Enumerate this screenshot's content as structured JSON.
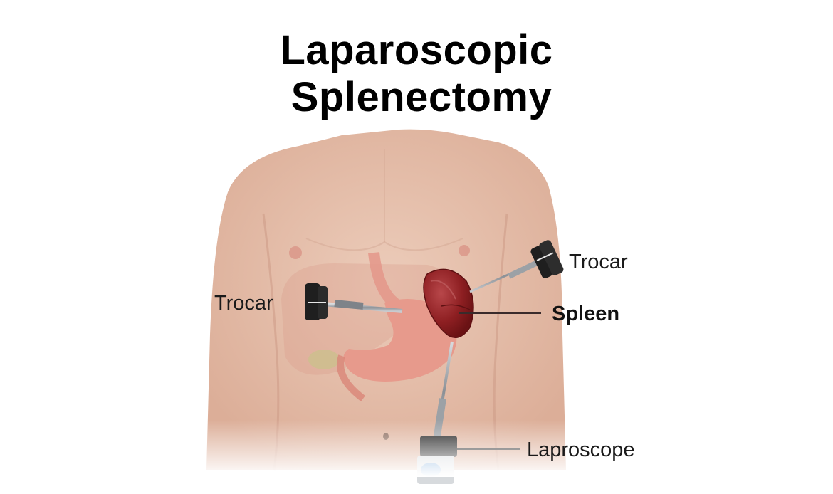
{
  "title": {
    "line1": "Laparoscopic",
    "line2": "Splenectomy"
  },
  "labels": {
    "trocar_left": "Trocar",
    "trocar_right": "Trocar",
    "spleen": "Spleen",
    "laparoscope": "Laproscope"
  },
  "colors": {
    "background": "#ffffff",
    "skin": "#e8c4b0",
    "skin_shadow": "#d9a892",
    "spleen": "#8e1f22",
    "stomach": "#e79a8c",
    "instrument_dark": "#1f1f1f",
    "instrument_metal": "#a9adb2",
    "scope_blue": "#6d9fd6",
    "text": "#111111"
  }
}
